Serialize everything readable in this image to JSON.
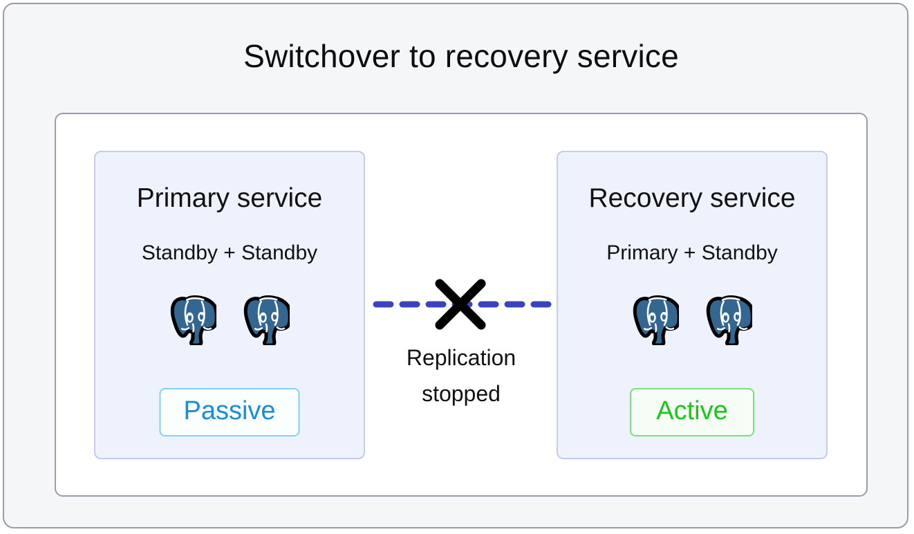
{
  "title": "Switchover to recovery service",
  "panels": [
    {
      "id": "primary-service",
      "title": "Primary service",
      "subtitle": "Standby + Standby",
      "nodes": [
        "postgresql-elephant-icon",
        "postgresql-elephant-icon"
      ],
      "badge": {
        "label": "Passive",
        "text_color": "#1a8cdd",
        "border_color": "#7ed2f2",
        "background_color": "#fbfeff"
      }
    },
    {
      "id": "recovery-service",
      "title": "Recovery service",
      "subtitle": "Primary + Standby",
      "nodes": [
        "postgresql-elephant-icon",
        "postgresql-elephant-icon"
      ],
      "badge": {
        "label": "Active",
        "text_color": "#19c719",
        "border_color": "#79e17c",
        "background_color": "#f6fdf6"
      }
    }
  ],
  "link": {
    "label_line1": "Replication",
    "label_line2": "stopped",
    "line_style": "dashed",
    "line_color": "#3a43bd",
    "cross_icon": "x-cross-icon",
    "cross_color": "#000000"
  },
  "colors": {
    "page_background": "#f5f6f8",
    "card_background": "#ffffff",
    "frame_border": "#9b9ba8",
    "panel_background": "#eef2fd",
    "panel_border": "#c2cdec",
    "elephant_blue": "#336791",
    "text": "#111111"
  }
}
